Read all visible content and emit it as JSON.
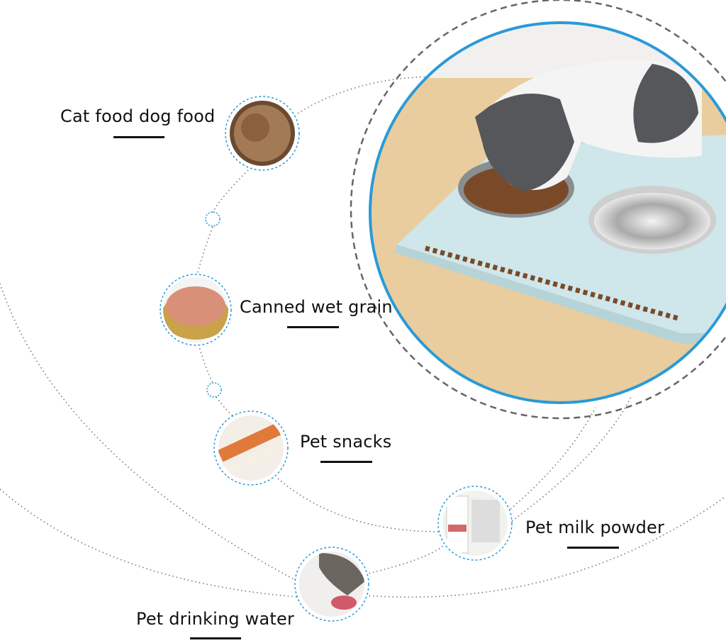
{
  "colors": {
    "accent_blue": "#2a9ad6",
    "dashed_gray": "#666666",
    "floor": "#e7c99b",
    "feeder": "#cfe6ea"
  },
  "items": [
    {
      "label": "Cat food dog food",
      "icon": "dry-kibble-icon"
    },
    {
      "label": "Canned wet grain",
      "icon": "canned-food-icon"
    },
    {
      "label": "Pet snacks",
      "icon": "pet-snacks-icon"
    },
    {
      "label": "Pet milk powder",
      "icon": "milk-powder-icon"
    },
    {
      "label": "Pet drinking water",
      "icon": "drinking-water-icon"
    }
  ]
}
